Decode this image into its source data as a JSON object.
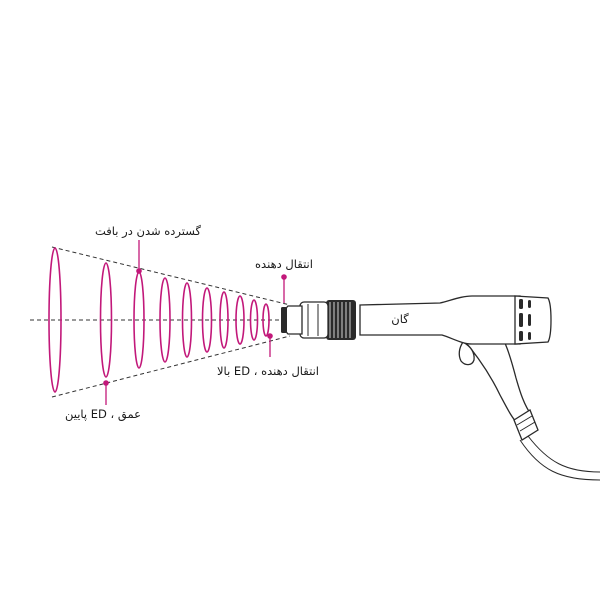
{
  "labels": {
    "spread": "گسترده شدن در بافت",
    "transmitter_top": "انتقال دهنده",
    "transmitter_high": "انتقال دهنده ، ED بالا",
    "depth_low": "عمق ، ED پایین",
    "gun": "گان"
  },
  "colors": {
    "accent": "#c2187a",
    "line": "#2a2a2a",
    "background": "#ffffff"
  }
}
